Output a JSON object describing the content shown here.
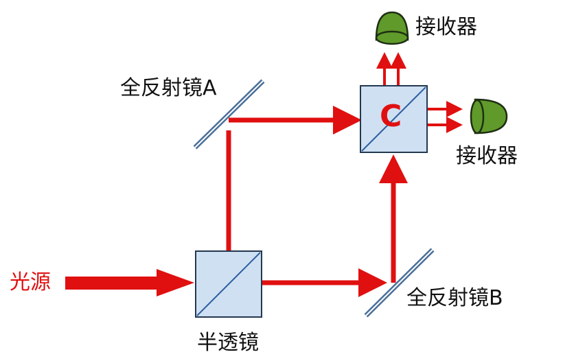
{
  "labels": {
    "light_source": "光源",
    "half_mirror": "半透镜",
    "mirror_a": "全反射镜A",
    "mirror_b": "全反射镜B",
    "receiver_top": "接收器",
    "receiver_right": "接收器",
    "cube_c": "C"
  },
  "colors": {
    "beam": "#e01010",
    "cube_fill": "#cfe0f3",
    "cube_edge": "#23374f",
    "mirror": "#4a6f99",
    "receiver": "#5f9a2a"
  },
  "icons": {
    "receiver": "hemisphere-detector-icon",
    "mirror": "hatched-mirror-icon"
  }
}
